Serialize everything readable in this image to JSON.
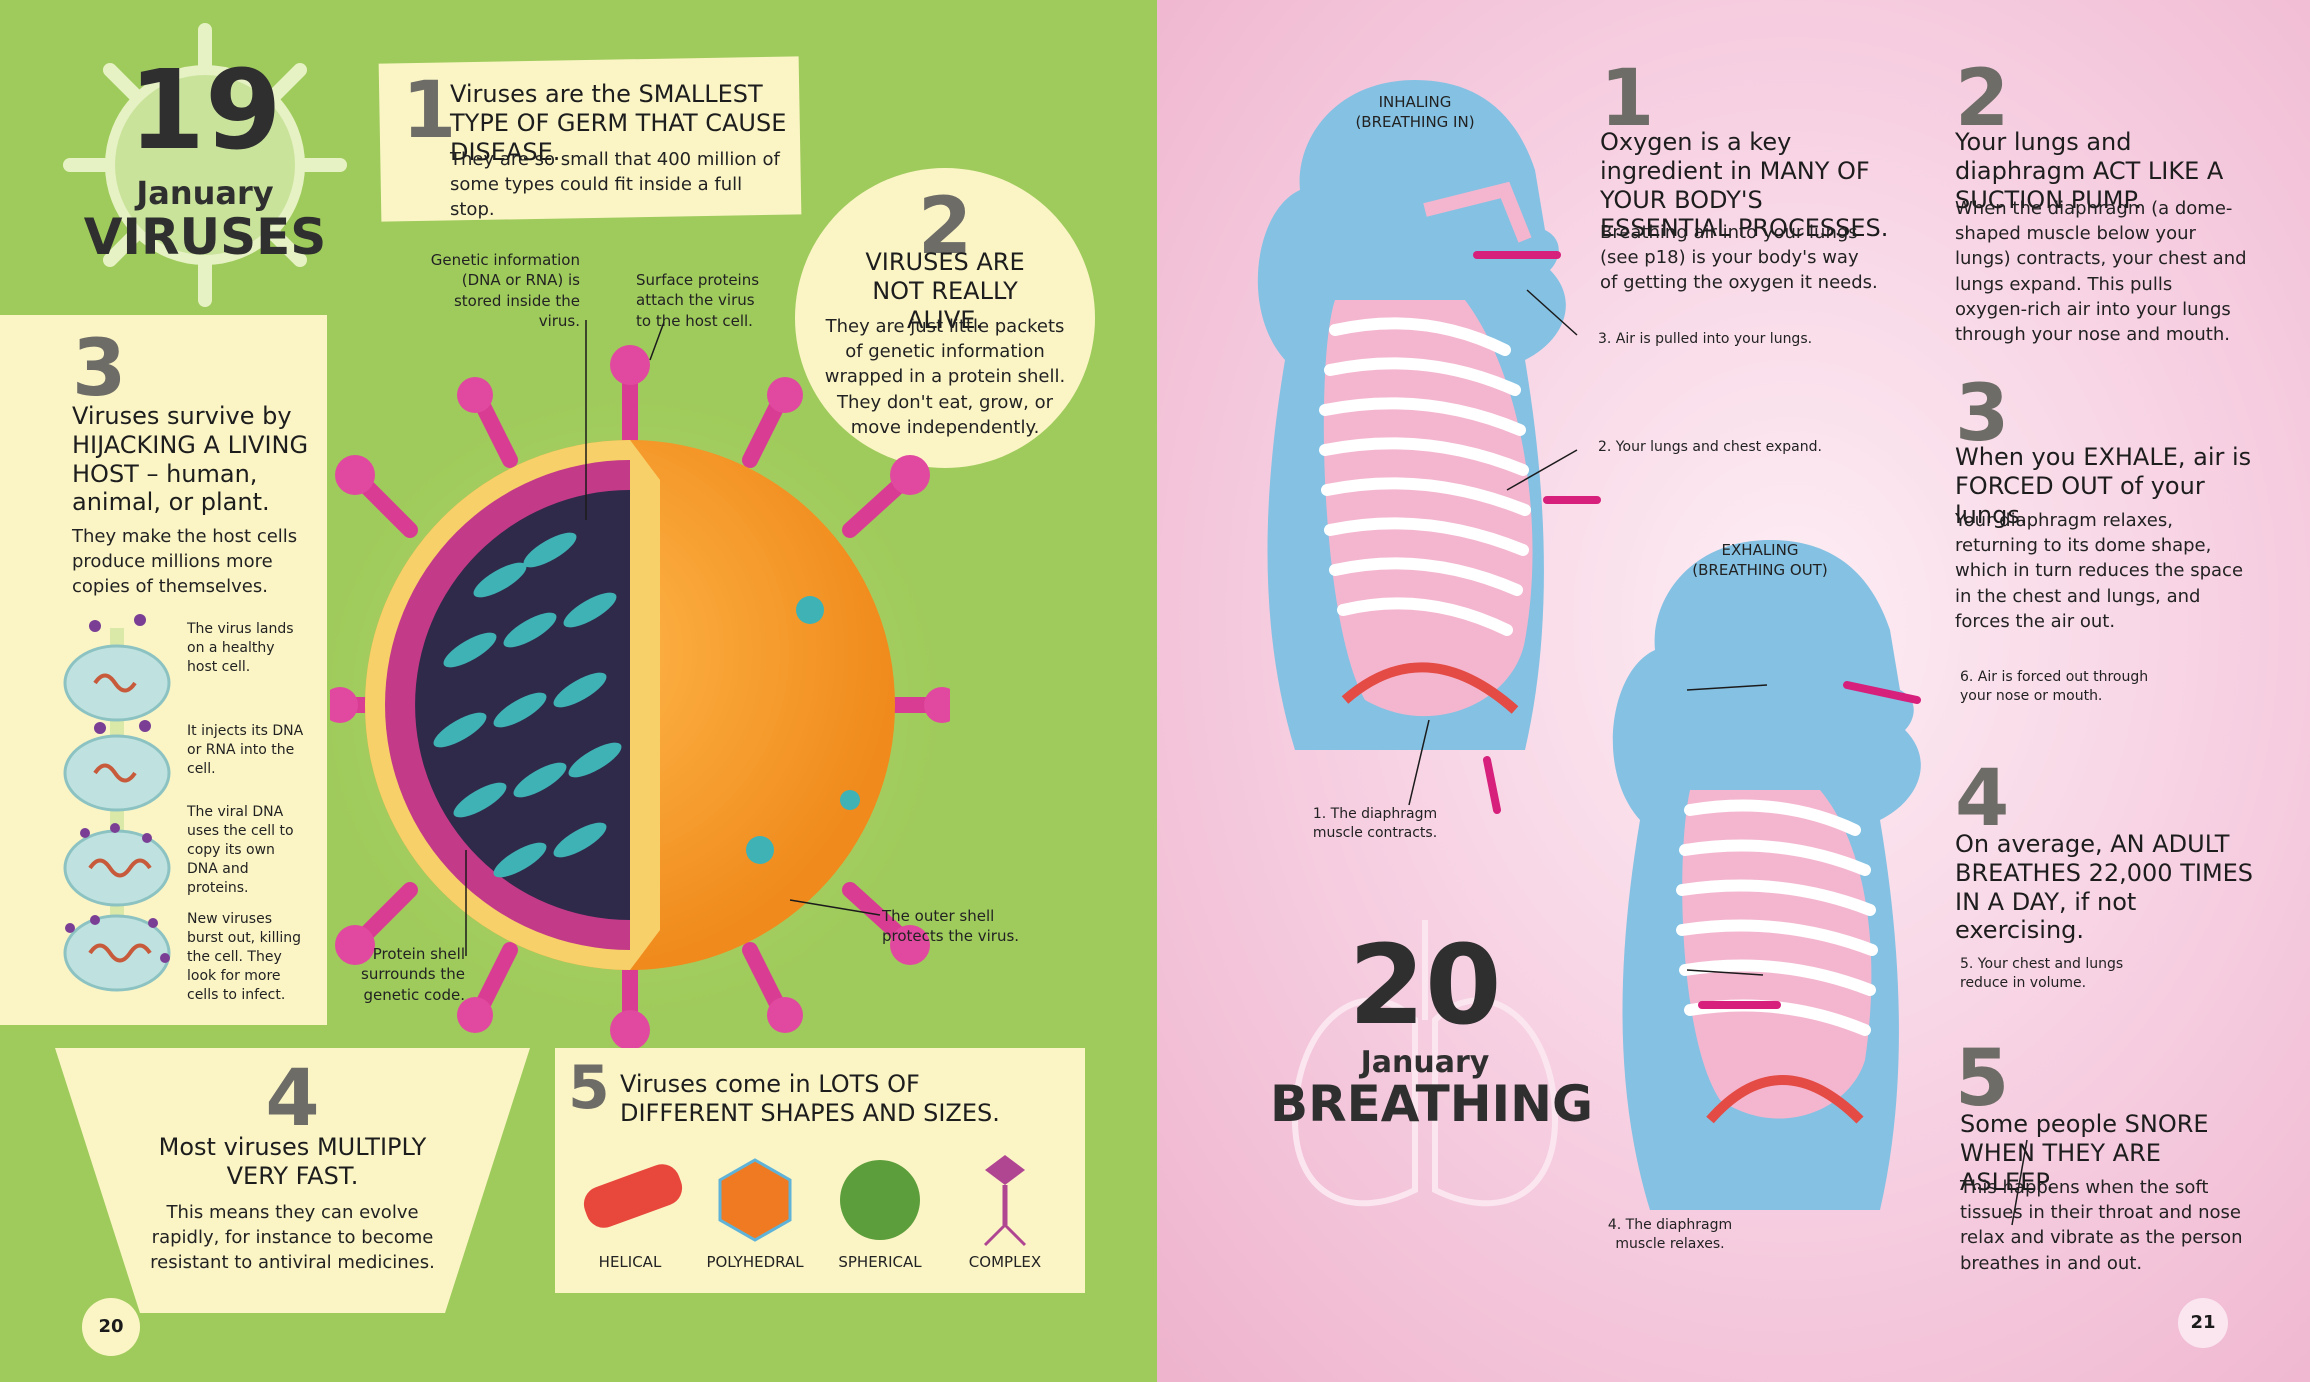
{
  "left_page": {
    "day_number": "19",
    "month": "January",
    "topic": "VIRUSES",
    "page_number": "20",
    "fact1": {
      "num": "1",
      "heading": "Viruses are the SMALLEST TYPE OF GERM THAT CAUSE DISEASE.",
      "body": "They are so small that 400 million of some types could fit inside a full stop."
    },
    "fact2": {
      "num": "2",
      "heading": "VIRUSES ARE NOT REALLY ALIVE.",
      "body": "They are just little packets of genetic information wrapped in a protein shell. They don't eat, grow, or move independently."
    },
    "fact3": {
      "num": "3",
      "heading": "Viruses survive by HIJACKING A LIVING HOST – human, animal, or plant.",
      "body": "They make the host cells produce millions more copies of themselves.",
      "steps": [
        "The virus lands on a healthy host cell.",
        "It injects its DNA or RNA into the cell.",
        "The viral DNA uses the cell to copy its own DNA and proteins.",
        "New viruses burst out, killing the cell. They look for more cells to infect."
      ]
    },
    "fact4": {
      "num": "4",
      "heading": "Most viruses MULTIPLY VERY FAST.",
      "body": "This means they can evolve rapidly, for instance to become resistant to antiviral medicines."
    },
    "fact5": {
      "num": "5",
      "heading": "Viruses come in LOTS OF DIFFERENT SHAPES AND SIZES.",
      "shapes": [
        "HELICAL",
        "POLYHEDRAL",
        "SPHERICAL",
        "COMPLEX"
      ]
    },
    "labels": {
      "genetic": "Genetic information (DNA or RNA) is stored inside the virus.",
      "surface": "Surface proteins attach the virus to the host cell.",
      "protein_shell": "Protein shell surrounds the genetic code.",
      "outer_shell": "The outer shell protects the virus."
    }
  },
  "right_page": {
    "day_number": "20",
    "month": "January",
    "topic": "BREATHING",
    "page_number": "21",
    "inhaling": "INHALING (BREATHING IN)",
    "exhaling": "EXHALING (BREATHING OUT)",
    "diagram_labels": {
      "l1": "1. The diaphragm muscle contracts.",
      "l2": "2. Your lungs and chest expand.",
      "l3": "3. Air is pulled into your lungs.",
      "l4": "4. The diaphragm muscle relaxes.",
      "l5": "5. Your chest and lungs reduce in volume.",
      "l6": "6. Air is forced out through your nose or mouth."
    },
    "fact1": {
      "num": "1",
      "heading": "Oxygen is a key ingredient in MANY OF YOUR BODY'S ESSENTIAL PROCESSES.",
      "body": "Breathing air into your lungs (see p18) is your body's way of getting the oxygen it needs."
    },
    "fact2": {
      "num": "2",
      "heading": "Your lungs and diaphragm ACT LIKE A SUCTION PUMP.",
      "body": "When the diaphragm (a dome-shaped muscle below your lungs) contracts, your chest and lungs expand. This pulls oxygen-rich air into your lungs through your nose and mouth."
    },
    "fact3": {
      "num": "3",
      "heading": "When you EXHALE, air is FORCED OUT of your lungs.",
      "body": "Your diaphragm relaxes, returning to its dome shape, which in turn reduces the space in the chest and lungs, and forces the air out."
    },
    "fact4": {
      "num": "4",
      "heading": "On average, AN ADULT BREATHES 22,000 TIMES IN A DAY, if not exercising."
    },
    "fact5": {
      "num": "5",
      "heading": "Some people SNORE WHEN THEY ARE ASLEEP.",
      "body": "This happens when the soft tissues in their throat and nose relax and vibrate as the person breathes in and out."
    }
  },
  "colors": {
    "left_bg": "#9fcb5c",
    "cream": "#fbf5c6",
    "right_bg": "#f6cde0",
    "body_blue": "#84c1e3",
    "lung_pink": "#f4b6cf",
    "arrow_magenta": "#d6207c",
    "diaphragm_red": "#e44b45"
  }
}
